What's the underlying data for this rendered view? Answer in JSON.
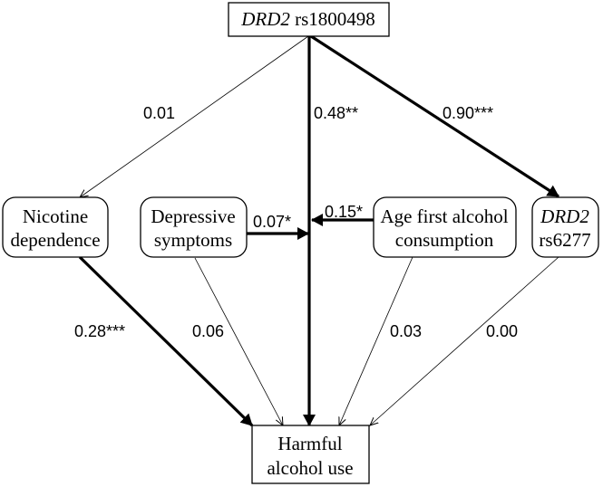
{
  "nodes": {
    "drd2_rs1800498": {
      "gene": "DRD2",
      "snp": " rs1800498"
    },
    "nicotine": {
      "line1": "Nicotine",
      "line2": "dependence"
    },
    "depressive": {
      "line1": "Depressive",
      "line2": "symptoms"
    },
    "age_first": {
      "line1": "Age first alcohol",
      "line2": "consumption"
    },
    "drd2_rs6277": {
      "gene": "DRD2",
      "snp": "rs6277"
    },
    "harmful": {
      "line1": "Harmful",
      "line2": "alcohol use"
    }
  },
  "paths": {
    "drd2_to_nicotine": "0.01",
    "drd2_to_harmful": "0.48**",
    "drd2_to_rs6277": "0.90***",
    "depressive_moderation": "0.07*",
    "age_moderation": "0.15*",
    "nicotine_to_harmful": "0.28***",
    "depressive_to_harmful": "0.06",
    "age_to_harmful": "0.03",
    "rs6277_to_harmful": "0.00"
  }
}
